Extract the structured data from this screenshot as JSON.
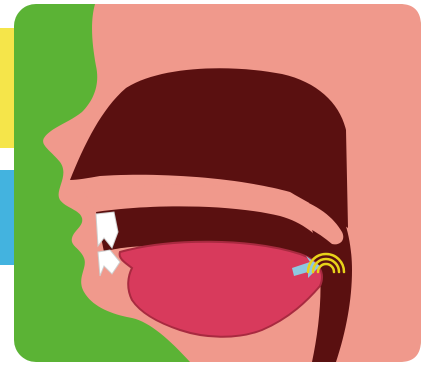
{
  "diagram": {
    "kind": "sagittal cross-section of head (speech articulation)",
    "colors": {
      "page": "#ffffff",
      "yellow_tab": "#f5e54a",
      "blue_tab": "#43b3df",
      "background": "#5bb335",
      "skin": "#f0998c",
      "skin_shadow": "#e98a7e",
      "cavity_dark": "#5a1010",
      "cavity_light": "#f7c4b6",
      "tongue": "#d83a5c",
      "tongue_edge": "#a82a40",
      "teeth": "#ffffff",
      "airflow": "#8ec8e0",
      "voicing": "#e8d21a"
    },
    "icons": [
      "upper-teeth",
      "lower-teeth",
      "airflow-arrow-icon",
      "sound-wave-icon"
    ]
  }
}
